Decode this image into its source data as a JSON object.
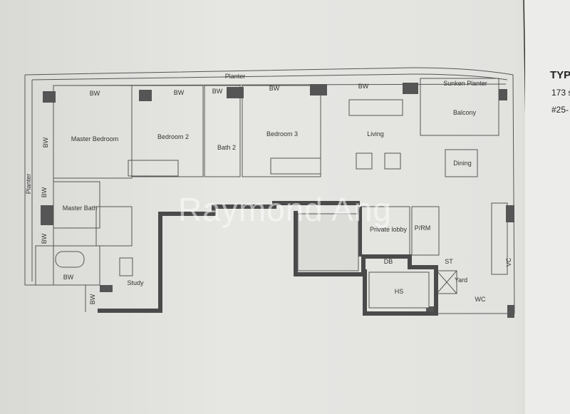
{
  "floorplan": {
    "labels": {
      "planter_top": "Planter",
      "planter_side": "Planter",
      "sunken_planter": "Sunken Planter",
      "balcony": "Balcony",
      "master_bedroom": "Master Bedroom",
      "bedroom2": "Bedroom 2",
      "bath2": "Bath 2",
      "bedroom3": "Bedroom 3",
      "living": "Living",
      "dining": "Dining",
      "master_bath": "Master Bath",
      "study": "Study",
      "private_lobby": "Private lobby",
      "prm": "P/RM",
      "db": "DB",
      "st": "ST",
      "hs": "HS",
      "yard": "Yard",
      "wc": "WC",
      "vc": "VC",
      "bw": "BW"
    },
    "watermark": "Raymond Ang",
    "side_text": [
      "TYP",
      "173 s",
      "#25-"
    ]
  }
}
